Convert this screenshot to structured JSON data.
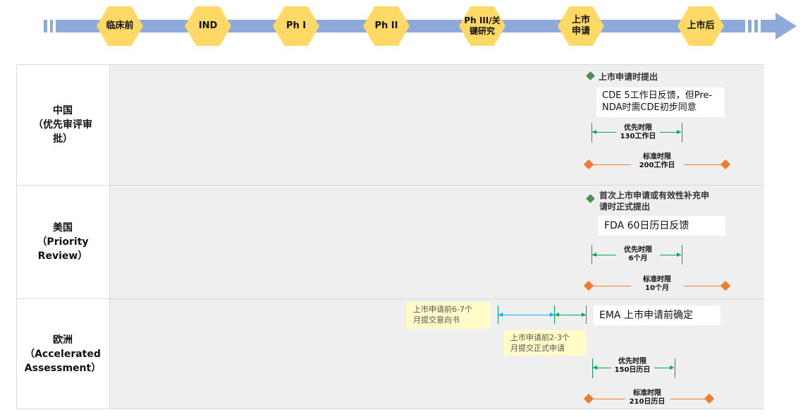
{
  "timeline": {
    "phases": [
      "临床前",
      "IND",
      "Ph I",
      "Ph II",
      "Ph III/关\n键研究",
      "上市\n申请",
      "上市后"
    ]
  },
  "rows": [
    {
      "region": "中国\n（优先审评审\n批）",
      "submission": "上市申请时提出",
      "feedback": "CDE 5工作日反馈，但Pre-\nNDA时需CDE初步同意",
      "priority_label": "优先时限\n130工作日",
      "standard_label": "标准时限\n200工作日"
    },
    {
      "region": "美国\n（Priority\nReview）",
      "submission": "首次上市申请或有效性补充申\n请时正式提出",
      "feedback": "FDA 60日历日反馈",
      "priority_label": "优先时限\n6个月",
      "standard_label": "标准时限\n10个月"
    },
    {
      "region": "欧洲\n（Accelerated\nAssessment）",
      "note_intent": "上市申请前6-7个\n月提交意向书",
      "note_formal": "上市申请前2-3个\n月提交正式申请",
      "feedback": "EMA 上市申请前确定",
      "priority_label": "优先时限\n150日历日",
      "standard_label": "标准时限\n210日历日"
    }
  ],
  "colors": {
    "timeline": "#8eaadb",
    "phase": "#ffd966",
    "priority_arrow": "#00a651",
    "standard_arrow": "#ed7d31",
    "eu_arrow": "#00b0f0",
    "submission_marker": "#4e8f4e"
  }
}
